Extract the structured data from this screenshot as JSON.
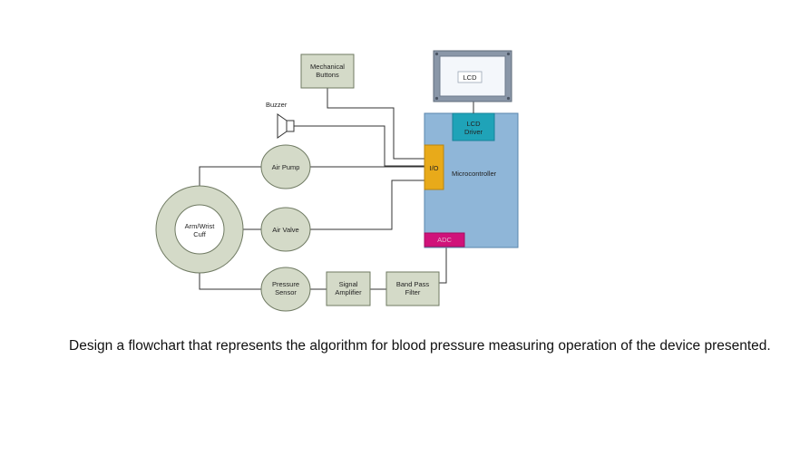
{
  "diagram": {
    "labels": {
      "mechanical_buttons": [
        "Mechanical",
        "Buttons"
      ],
      "lcd": "LCD",
      "buzzer": "Buzzer",
      "lcd_driver": [
        "LCD",
        "Driver"
      ],
      "io": "I/O",
      "microcontroller": "Microcontroller",
      "air_pump": "Air Pump",
      "arm_cuff": [
        "Arm/Wrist",
        "Cuff"
      ],
      "air_valve": "Air Valve",
      "adc": "ADC",
      "pressure_sensor": [
        "Pressure",
        "Sensor"
      ],
      "signal_amplifier": [
        "Signal",
        "Amplifier"
      ],
      "band_pass_filter": [
        "Band Pass",
        "Filter"
      ]
    },
    "colors": {
      "microcontroller": "#8fb6d8",
      "lcd_driver": "#1fa3b8",
      "io_block": "#e8aa1a",
      "adc": "#d0127a",
      "component_fill": "#d4dac8",
      "lcd_frame": "#8a97a8",
      "lcd_screen": "#f4f7fb",
      "wire": "#333333"
    }
  },
  "question": {
    "text": "Design a flowchart that represents the algorithm for blood pressure measuring operation of the device presented."
  }
}
